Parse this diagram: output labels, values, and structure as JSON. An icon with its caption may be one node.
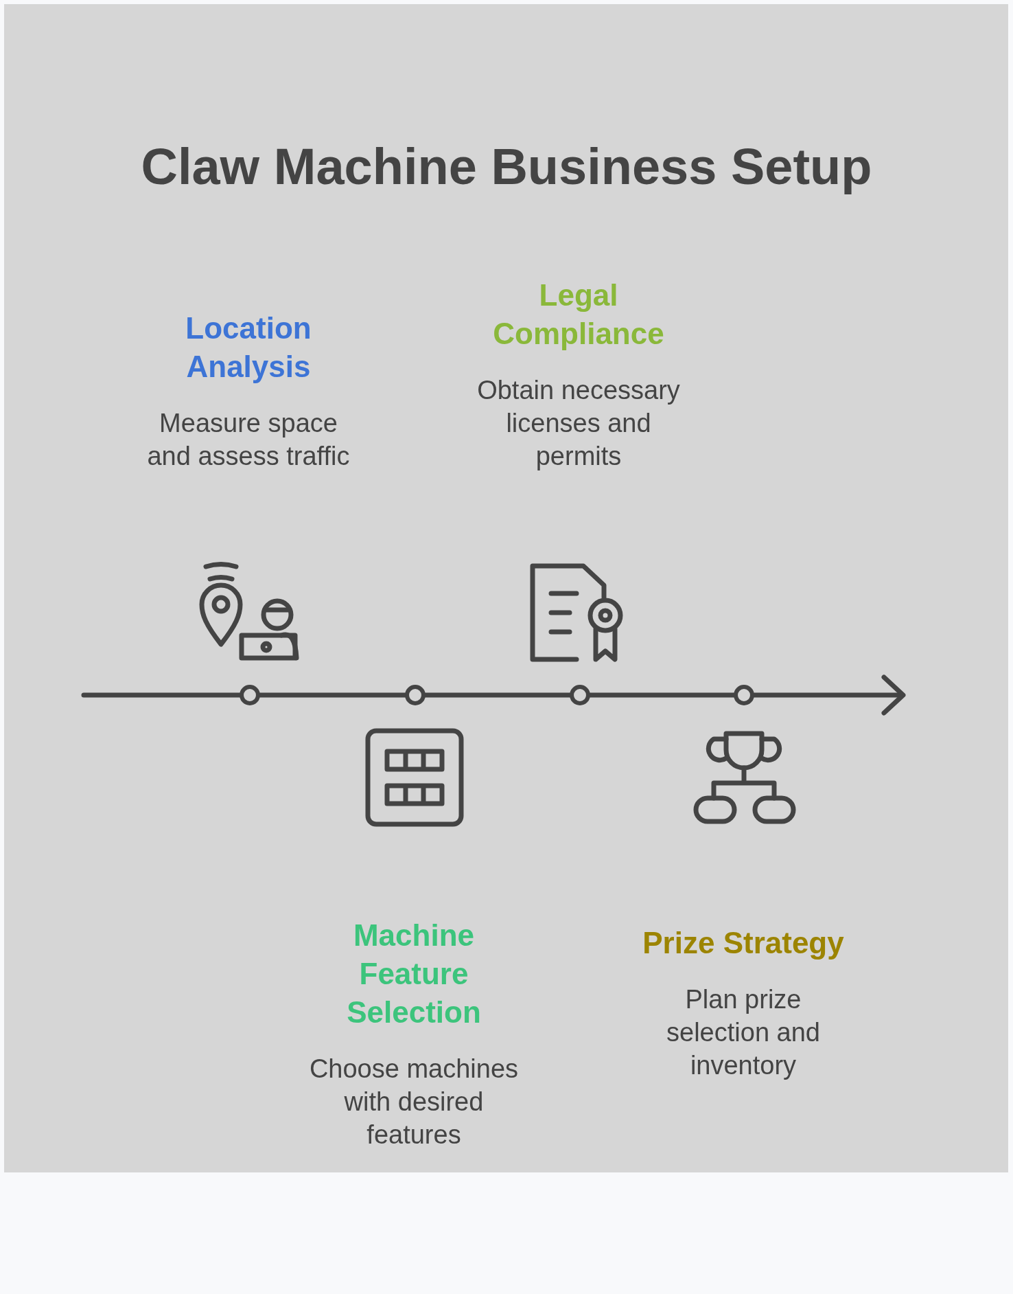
{
  "diagram": {
    "title": "Claw Machine Business Setup",
    "nodes": [
      {
        "text": [
          "Location Analysis",
          "Measure space and assess traffic"
        ]
      },
      {
        "text": [
          "Legal Compliance",
          "Obtain necessary licenses and permits"
        ]
      },
      {
        "text": [
          "Machine Feature Selection",
          "Choose machines with desired features"
        ]
      },
      {
        "text": [
          "Prize Strategy",
          "Plan prize selection and inventory"
        ]
      }
    ],
    "edges": []
  }
}
